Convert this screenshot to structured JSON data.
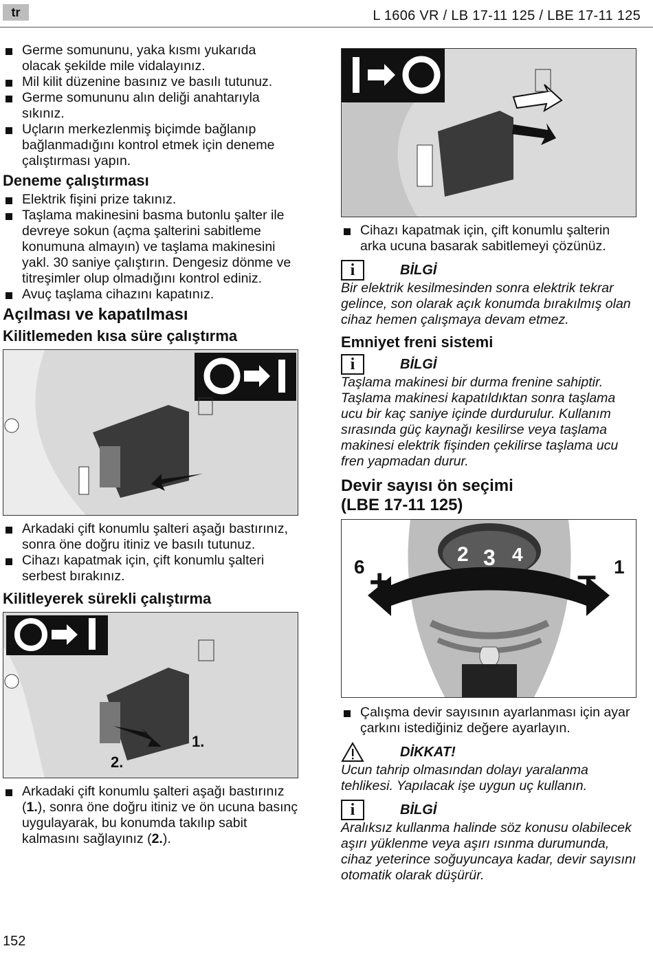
{
  "header": {
    "lang": "tr",
    "title": "L 1606 VR / LB 17-11 125 / LBE 17-11 125"
  },
  "left": {
    "bullets_top": [
      "Germe somununu, yaka kısmı yukarıda olacak şekilde mile vidalayınız.",
      "Mil kilit düzenine basınız ve basılı tutunuz.",
      "Germe somununu alın deliği anahtarıyla sıkınız.",
      "Uçların merkezlenmiş biçimde bağlanıp bağlanmadığını kontrol etmek için deneme çalıştırması yapın."
    ],
    "test_heading": "Deneme çalıştırması",
    "test_bullets": [
      "Elektrik fişini prize takınız.",
      "Taşlama makinesini basma butonlu şalter ile devreye sokun (açma şalterini sabitleme konumuna almayın) ve taşlama makinesini yakl. 30 saniye çalıştırın. Dengesiz dönme ve titreşimler olup olmadığını kontrol ediniz.",
      "Avuç taşlama cihazını kapatınız."
    ],
    "onoff_heading": "Açılması ve kapatılması",
    "short_heading": "Kilitlemeden kısa süre çalıştırma",
    "short_bullets": [
      "Arkadaki çift konumlu şalteri aşağı bastırınız, sonra öne doğru itiniz ve basılı tutunuz.",
      "Cihazı kapatmak için, çift konumlu şalteri serbest bırakınız."
    ],
    "cont_heading": "Kilitleyerek sürekli çalıştırma",
    "fig3_labels": {
      "one": "1.",
      "two": "2."
    },
    "cont_bullet_a": "Arkadaki çift konumlu şalteri aşağı bastırınız (",
    "cont_bullet_b": "1.",
    "cont_bullet_c": "), sonra öne doğru itiniz ve ön ucuna basınç uygulayarak, bu konumda takılıp sabit kalmasını sağlayınız (",
    "cont_bullet_d": "2.",
    "cont_bullet_e": ")."
  },
  "right": {
    "off_bullet": "Cihazı kapatmak için, çift konumlu şalterin arka ucuna basarak sabitlemeyi çözünüz.",
    "info1_label": "BİLGİ",
    "info1_text": "Bir elektrik kesilmesinden sonra elektrik tekrar gelince, son olarak açık konumda bırakılmış olan cihaz hemen çalışmaya devam etmez.",
    "brake_heading": "Emniyet freni sistemi",
    "info2_label": "BİLGİ",
    "info2_text": "Taşlama makinesi bir durma frenine sahiptir. Taşlama makinesi kapatıldıktan sonra taşlama ucu bir kaç saniye içinde durdurulur. Kullanım sırasında güç kaynağı kesilirse veya taşlama makinesi elektrik fişinden çekilirse taşlama ucu fren yapmadan durur.",
    "speed_heading_1": "Devir sayısı ön seçimi",
    "speed_heading_2": "(LBE 17-11 125)",
    "dial": {
      "left": "6",
      "right": "1",
      "plus": "+",
      "minus": "–",
      "d2": "2",
      "d3": "3",
      "d4": "4"
    },
    "speed_bullet": "Çalışma devir sayısının ayarlanması için ayar çarkını istediğiniz değere ayarlayın.",
    "caution_label": "DİKKAT!",
    "caution_text": "Ucun tahrip olmasından dolayı yaralanma tehlikesi. Yapılacak işe uygun uç kullanın.",
    "info3_label": "BİLGİ",
    "info3_text": "Aralıksız kullanma halinde söz konusu olabilecek aşırı yüklenme veya aşırı ısınma durumunda, cihaz yeterince soğuyuncaya kadar, devir sayısını otomatik olarak düşürür."
  },
  "footer": {
    "page": "152"
  }
}
